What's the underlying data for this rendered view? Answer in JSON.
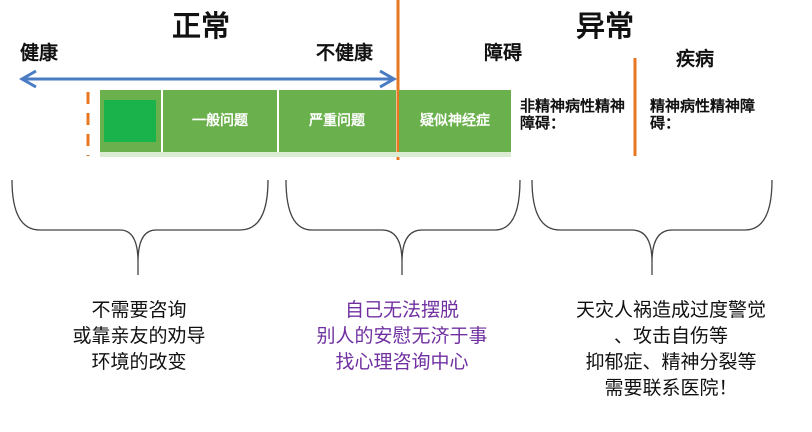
{
  "colors": {
    "arrow": "#4a7cc4",
    "orange": "#e87722",
    "green_cell": "#6ab04c",
    "green_box": "#19b24b",
    "purple_text": "#7030a0",
    "brace": "#444444"
  },
  "headings": {
    "normal": "正常",
    "abnormal": "异常"
  },
  "spectrum": {
    "healthy": "健康",
    "unhealthy": "不健康",
    "disorder": "障碍",
    "disease": "疾病"
  },
  "cells": {
    "general": "一般问题",
    "serious": "严重问题",
    "neurosis": "疑似神经症"
  },
  "categories": {
    "non_psychotic": "非精神病性精神障碍：",
    "psychotic": "精神病性精神障碍："
  },
  "captions": {
    "left": [
      "不需要咨询",
      "或靠亲友的劝导",
      "环境的改变"
    ],
    "middle": [
      "自己无法摆脱",
      "别人的安慰无济于事",
      "找心理咨询中心"
    ],
    "right": [
      "天灾人祸造成过度警觉",
      "、攻击自伤等",
      "抑郁症、精神分裂等",
      "需要联系医院！"
    ]
  }
}
